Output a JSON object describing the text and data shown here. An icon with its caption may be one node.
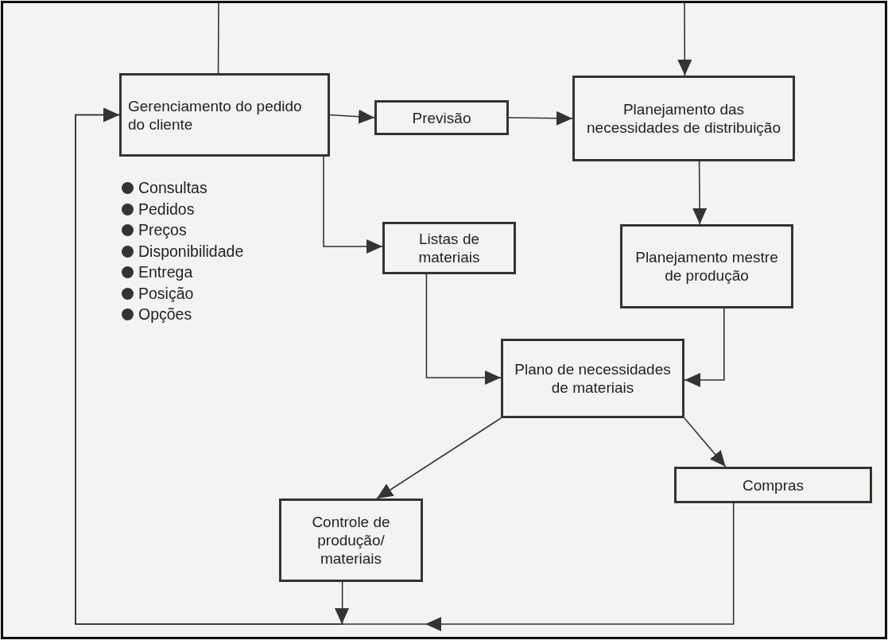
{
  "diagram": {
    "nodes": [
      {
        "text": [
          "Gerenciamento do pedido do cliente"
        ]
      },
      {
        "text": [
          "Previsão"
        ]
      },
      {
        "text": [
          "Planejamento das necessidades de distribuição"
        ]
      },
      {
        "text": [
          "Listas de materiais"
        ]
      },
      {
        "text": [
          "Planejamento mestre de produção"
        ]
      },
      {
        "text": [
          "Plano de necessidades de materiais"
        ]
      },
      {
        "text": [
          "Compras"
        ]
      },
      {
        "text": [
          "Controle de produção/ materiais"
        ]
      }
    ],
    "edges": [
      {
        "from": 0,
        "to": 1,
        "arrow": "to"
      },
      {
        "from": 1,
        "to": 2,
        "arrow": "to"
      },
      {
        "from": 0,
        "to": 3,
        "arrow": "to"
      },
      {
        "from": 2,
        "to": 4,
        "arrow": "to"
      },
      {
        "from": 3,
        "to": 5,
        "arrow": "to"
      },
      {
        "from": 4,
        "to": 5,
        "arrow": "to"
      },
      {
        "from": 5,
        "to": 7,
        "arrow": "to"
      },
      {
        "from": 5,
        "to": 6,
        "arrow": "to"
      },
      {
        "from": 6,
        "to": 0,
        "arrow": "to"
      },
      {
        "from": 7,
        "to": 0,
        "arrow": "to"
      },
      {
        "from": null,
        "to": 0,
        "arrow": "none"
      },
      {
        "from": null,
        "to": 2,
        "arrow": "to"
      }
    ],
    "labels": [
      "Consultas",
      "Pedidos",
      "Preços",
      "Disponibilidade",
      "Entrega",
      "Posição",
      "Opções"
    ]
  }
}
